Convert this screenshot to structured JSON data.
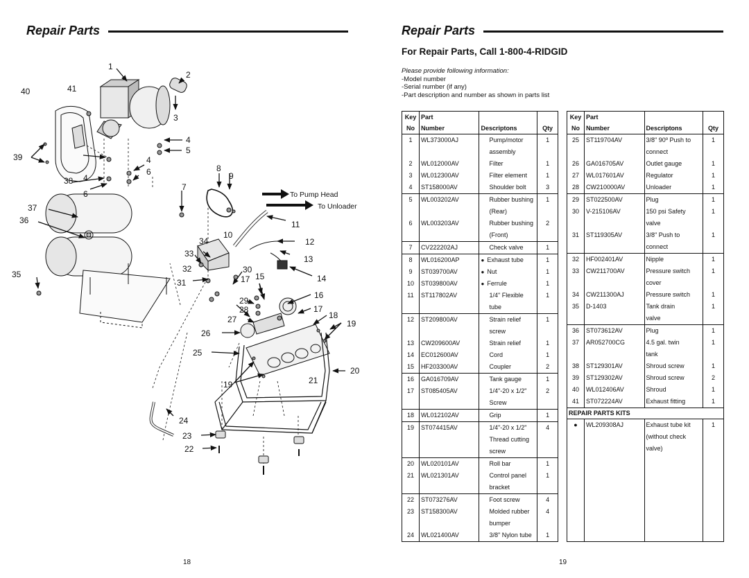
{
  "left": {
    "title": "Repair Parts",
    "page_number": "18",
    "callouts": [
      "1",
      "2",
      "3",
      "4",
      "5",
      "6",
      "7",
      "8",
      "9",
      "10",
      "11",
      "12",
      "13",
      "14",
      "15",
      "16",
      "17",
      "18",
      "19",
      "20",
      "21",
      "22",
      "23",
      "24",
      "25",
      "26",
      "27",
      "28",
      "29",
      "30",
      "31",
      "32",
      "33",
      "34",
      "35",
      "36",
      "37",
      "38",
      "39",
      "40",
      "41"
    ],
    "labels": {
      "to_pump_head": "To Pump Head",
      "to_unloader": "To Unloader"
    }
  },
  "right": {
    "title": "Repair Parts",
    "subtitle": "For Repair Parts, Call 1-800-4-RIDGID",
    "info_heading": "Please provide following information:",
    "info_lines": [
      "-Model number",
      "-Serial number (if any)",
      "-Part description and number as shown in parts list"
    ],
    "page_number": "19",
    "table_headers": {
      "key": "Key",
      "no": "No",
      "part": "Part",
      "number": "Number",
      "descriptions": "Descriptons",
      "qty": "Qty"
    },
    "kits_label": "REPAIR PARTS KITS",
    "bullet": "●",
    "table1": [
      {
        "key": "1",
        "part": "WL373000AJ",
        "desc": [
          "Pump/motor",
          "assembly"
        ],
        "qty": "1"
      },
      {
        "key": "2",
        "part": "WL012000AV",
        "desc": [
          "Filter"
        ],
        "qty": "1"
      },
      {
        "key": "3",
        "part": "WL012300AV",
        "desc": [
          "Filter element"
        ],
        "qty": "1"
      },
      {
        "key": "4",
        "part": "ST158000AV",
        "desc": [
          "Shoulder bolt"
        ],
        "qty": "3"
      },
      {
        "key": "5",
        "part": "WL003202AV",
        "desc": [
          "Rubber bushing",
          "(Rear)"
        ],
        "qty": "1"
      },
      {
        "key": "6",
        "part": "WL003203AV",
        "desc": [
          "Rubber bushing",
          "(Front)"
        ],
        "qty": "2"
      },
      {
        "key": "7",
        "part": "CV222202AJ",
        "desc": [
          "Check valve"
        ],
        "qty": "1"
      },
      {
        "key": "8",
        "part": "WL016200AP",
        "desc": [
          "Exhaust tube"
        ],
        "qty": "1",
        "mark": true
      },
      {
        "key": "9",
        "part": "ST039700AV",
        "desc": [
          "Nut"
        ],
        "qty": "1",
        "mark": true
      },
      {
        "key": "10",
        "part": "ST039800AV",
        "desc": [
          "Ferrule"
        ],
        "qty": "1",
        "mark": true
      },
      {
        "key": "11",
        "part": "ST117802AV",
        "desc": [
          "1/4\" Flexible",
          "tube"
        ],
        "qty": "1"
      },
      {
        "key": "12",
        "part": "ST209800AV",
        "desc": [
          "Strain relief",
          "screw"
        ],
        "qty": "1"
      },
      {
        "key": "13",
        "part": "CW209600AV",
        "desc": [
          "Strain relief"
        ],
        "qty": "1"
      },
      {
        "key": "14",
        "part": "EC012600AV",
        "desc": [
          "Cord"
        ],
        "qty": "1"
      },
      {
        "key": "15",
        "part": "HF203300AV",
        "desc": [
          "Coupler"
        ],
        "qty": "2"
      },
      {
        "key": "16",
        "part": "GA016709AV",
        "desc": [
          "Tank gauge"
        ],
        "qty": "1"
      },
      {
        "key": "17",
        "part": "ST085405AV",
        "desc": [
          "1/4\"-20 x 1/2\"",
          "Screw"
        ],
        "qty": "2"
      },
      {
        "key": "18",
        "part": "WL012102AV",
        "desc": [
          "Grip"
        ],
        "qty": "1"
      },
      {
        "key": "19",
        "part": "ST074415AV",
        "desc": [
          "1/4\"-20 x 1/2\"",
          "Thread cutting",
          "screw"
        ],
        "qty": "4"
      },
      {
        "key": "20",
        "part": "WL020101AV",
        "desc": [
          "Roll bar"
        ],
        "qty": "1"
      },
      {
        "key": "21",
        "part": "WL021301AV",
        "desc": [
          "Control panel",
          "bracket"
        ],
        "qty": "1"
      },
      {
        "key": "22",
        "part": "ST073276AV",
        "desc": [
          "Foot screw"
        ],
        "qty": "4"
      },
      {
        "key": "23",
        "part": "ST158300AV",
        "desc": [
          "Molded rubber",
          "bumper"
        ],
        "qty": "4"
      },
      {
        "key": "24",
        "part": "WL021400AV",
        "desc": [
          "3/8\" Nylon tube"
        ],
        "qty": "1"
      }
    ],
    "table2": [
      {
        "key": "25",
        "part": "ST119704AV",
        "desc": [
          "3/8\" 90º Push to",
          "connect"
        ],
        "qty": "1"
      },
      {
        "key": "26",
        "part": "GA016705AV",
        "desc": [
          "Outlet gauge"
        ],
        "qty": "1"
      },
      {
        "key": "27",
        "part": "WL017601AV",
        "desc": [
          "Regulator"
        ],
        "qty": "1"
      },
      {
        "key": "28",
        "part": "CW210000AV",
        "desc": [
          "Unloader"
        ],
        "qty": "1"
      },
      {
        "key": "29",
        "part": "ST022500AV",
        "desc": [
          "Plug"
        ],
        "qty": "1"
      },
      {
        "key": "30",
        "part": "V-215106AV",
        "desc": [
          "150 psi Safety",
          "valve"
        ],
        "qty": "1"
      },
      {
        "key": "31",
        "part": "ST119305AV",
        "desc": [
          "3/8\" Push to",
          "connect"
        ],
        "qty": "1"
      },
      {
        "key": "32",
        "part": "HF002401AV",
        "desc": [
          "Nipple"
        ],
        "qty": "1"
      },
      {
        "key": "33",
        "part": "CW211700AV",
        "desc": [
          "Pressure switch",
          "cover"
        ],
        "qty": "1"
      },
      {
        "key": "34",
        "part": "CW211300AJ",
        "desc": [
          "Pressure switch"
        ],
        "qty": "1"
      },
      {
        "key": "35",
        "part": "D-1403",
        "desc": [
          "Tank drain",
          "valve"
        ],
        "qty": "1"
      },
      {
        "key": "36",
        "part": "ST073612AV",
        "desc": [
          "Plug"
        ],
        "qty": "1"
      },
      {
        "key": "37",
        "part": "AR052700CG",
        "desc": [
          "4.5 gal. twin",
          "tank"
        ],
        "qty": "1"
      },
      {
        "key": "38",
        "part": "ST129301AV",
        "desc": [
          "Shroud screw"
        ],
        "qty": "1"
      },
      {
        "key": "39",
        "part": "ST129302AV",
        "desc": [
          "Shroud screw"
        ],
        "qty": "2"
      },
      {
        "key": "40",
        "part": "WL012406AV",
        "desc": [
          "Shroud"
        ],
        "qty": "1"
      },
      {
        "key": "41",
        "part": "ST072224AV",
        "desc": [
          "Exhaust fitting"
        ],
        "qty": "1"
      }
    ],
    "kit_rows": [
      {
        "key": "●",
        "part": "WL209308AJ",
        "desc": [
          "Exhaust tube kit",
          "(without check",
          "valve)"
        ],
        "qty": "1"
      }
    ]
  }
}
